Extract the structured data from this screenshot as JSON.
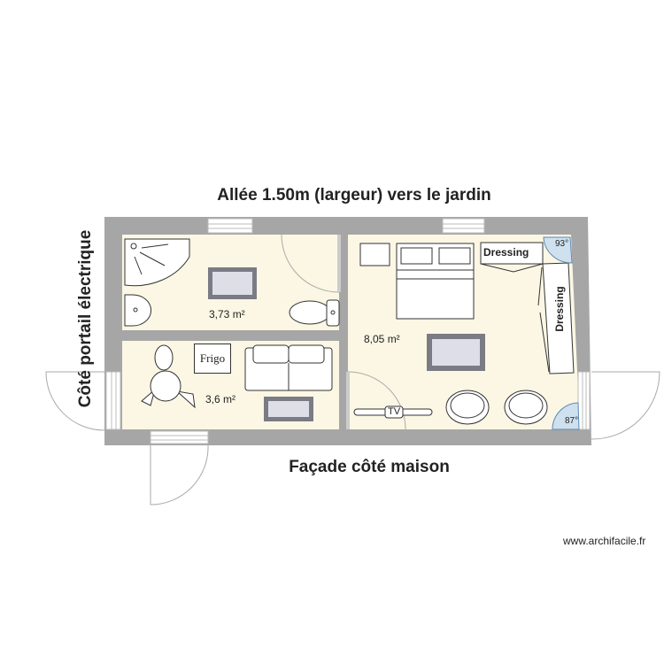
{
  "plan": {
    "top_label": "Allée 1.50m (largeur) vers le jardin",
    "bottom_label": "Façade côté maison",
    "left_label": "Côté portail électrique",
    "rooms": [
      {
        "name": "bathroom",
        "area": "3,73 m²"
      },
      {
        "name": "living",
        "area": "3,6 m²"
      },
      {
        "name": "bedroom",
        "area": "8,05 m²"
      }
    ],
    "furniture": {
      "fridge": "Frigo",
      "tv": "TV",
      "dressing_top": "Dressing",
      "dressing_side": "Dressing"
    },
    "angles": {
      "top_right": "93°",
      "bottom_right": "87°"
    },
    "colors": {
      "wall": "#a6a6a6",
      "floor": "#fbf7e4",
      "angle": "#cfe0ef"
    }
  },
  "watermark": "www.archifacile.fr"
}
